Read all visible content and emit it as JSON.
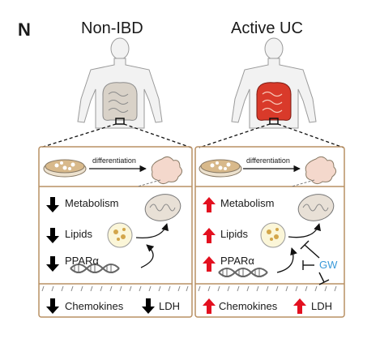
{
  "panel_label": "N",
  "groups": {
    "left": {
      "title": "Non-IBD",
      "differentiation_label": "differentiation",
      "items": [
        "Metabolism",
        "Lipids",
        "PPARα"
      ],
      "bottom": [
        "Chemokines",
        "LDH"
      ],
      "arrow_direction": "down",
      "arrow_color": "#000000"
    },
    "right": {
      "title": "Active UC",
      "differentiation_label": "differentiation",
      "items": [
        "Metabolism",
        "Lipids",
        "PPARα"
      ],
      "bottom": [
        "Chemokines",
        "LDH"
      ],
      "arrow_direction": "up",
      "arrow_color": "#e3101f",
      "inhibitor_label": "GW",
      "inhibitor_color": "#3a9ad9"
    }
  },
  "colors": {
    "panel_border": "#b99063",
    "colon_active": "#d93a2a",
    "colon_normal": "#d9d2c8",
    "body_outline": "#9a9a9a"
  },
  "icons": [
    "human-body-icon",
    "colon-icon",
    "petri-dish-icon",
    "organoid-icon",
    "mitochondrion-icon",
    "lipid-droplet-icon",
    "dna-icon",
    "inhibition-icon"
  ]
}
